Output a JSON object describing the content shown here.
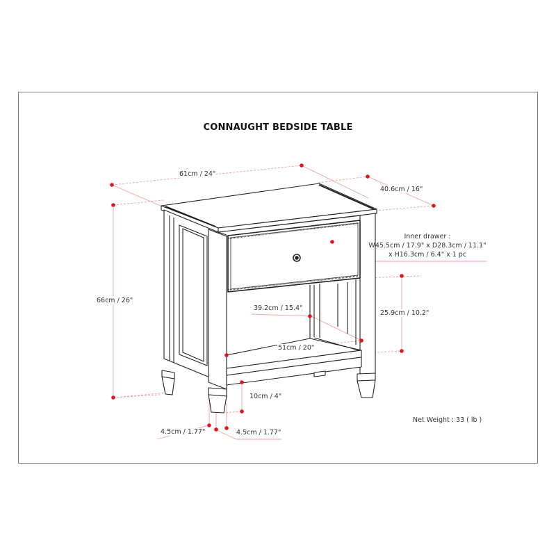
{
  "diagram": {
    "title": "CONNAUGHT BEDSIDE TABLE",
    "dimensions": {
      "width": "61cm / 24\"",
      "depth": "40.6cm / 16\"",
      "height": "66cm / 26\"",
      "inner_depth": "39.2cm / 15.4\"",
      "inner_width": "51cm / 20\"",
      "shelf_height": "25.9cm / 10.2\"",
      "leg_height": "10cm / 4\"",
      "leg_width_a": "4.5cm / 1.77\"",
      "leg_width_b": "4.5cm / 1.77\""
    },
    "inner_drawer": {
      "line1": "Inner drawer :",
      "line2": "W45.5cm / 17.9\" x D28.3cm / 11.1\"",
      "line3": "x H16.3cm / 6.4\" x 1 pc"
    },
    "net_weight": "Net Weight : 33 ( lb )",
    "colors": {
      "frame": "#7a7a7a",
      "dimension_dot": "#e0141e",
      "dimension_line": "#e8a0a4",
      "drawing_stroke": "#222222"
    }
  }
}
